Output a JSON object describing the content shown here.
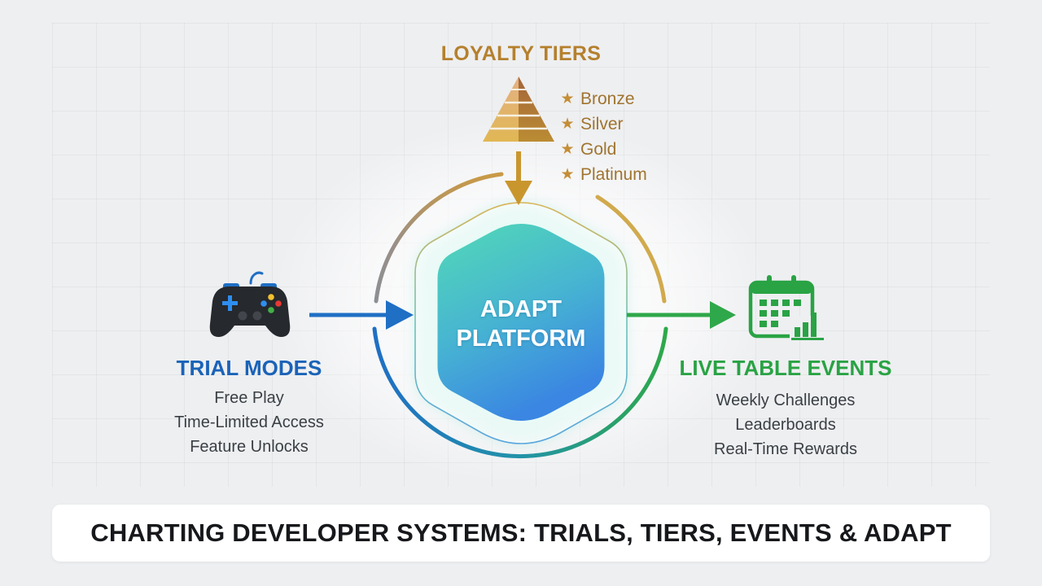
{
  "center": {
    "line1": "ADAPT",
    "line2": "PLATFORM"
  },
  "loyalty": {
    "title": "LOYALTY TIERS",
    "tiers": [
      "Bronze",
      "Silver",
      "Gold",
      "Platinum"
    ]
  },
  "trial": {
    "title": "TRIAL MODES",
    "items": [
      "Free Play",
      "Time-Limited Access",
      "Feature Unlocks"
    ]
  },
  "events": {
    "title": "LIVE TABLE EVENTS",
    "items": [
      "Weekly Challenges",
      "Leaderboards",
      "Real-Time Rewards"
    ]
  },
  "footer": {
    "title": "CHARTING DEVELOPER SYSTEMS: TRIALS, TIERS, EVENTS & ADAPT"
  },
  "colors": {
    "gold": "#c9a048",
    "blue": "#1a63b8",
    "green": "#29a344",
    "hex_top": "#4fd6b4",
    "hex_bottom": "#3c8fe0"
  }
}
